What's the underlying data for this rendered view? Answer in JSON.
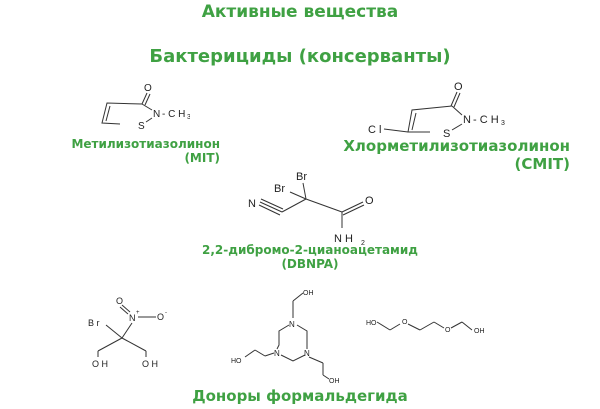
{
  "slide": {
    "title": "Активные вещества",
    "subtitle": "Бактерициды (консерванты)",
    "accent_color": "#3fa143"
  },
  "compounds": [
    {
      "id": "mit",
      "name": "Метилизотиазолинон",
      "abbr": "(MIT)",
      "atoms": {
        "o": "O",
        "n": "N",
        "me": "- C H",
        "sub3": "3",
        "s": "S"
      }
    },
    {
      "id": "cmit",
      "name": "Хлорметилизотиазолинон",
      "abbr": "(CMIT)",
      "atoms": {
        "o": "O",
        "n": "N",
        "me": "- C H",
        "sub3": "3",
        "s": "S",
        "cl": "C l"
      }
    },
    {
      "id": "dbnpa",
      "name": "2,2-дибромо-2-цианоацетамид",
      "abbr": "(DBNPA)",
      "atoms": {
        "br1": "Br",
        "br2": "Br",
        "n": "N",
        "o": "O",
        "nh": "N H",
        "sub2": "2"
      }
    },
    {
      "id": "bronopol",
      "atoms": {
        "o": "O",
        "n": "N",
        "nplus": "+",
        "ominus": "O",
        "minus": "-",
        "br": "B r",
        "oh1": "O H",
        "oh2": "O H"
      }
    },
    {
      "id": "triazine",
      "atoms": {
        "n1": "N",
        "n2": "N",
        "n3": "N",
        "oh1": "OH",
        "oh2": "HO",
        "oh3": "OH"
      }
    },
    {
      "id": "glycol",
      "atoms": {
        "ho": "HO",
        "o1": "O",
        "o2": "O",
        "oh": "OH"
      }
    }
  ],
  "footer": {
    "label": "Доноры формальдегида"
  }
}
